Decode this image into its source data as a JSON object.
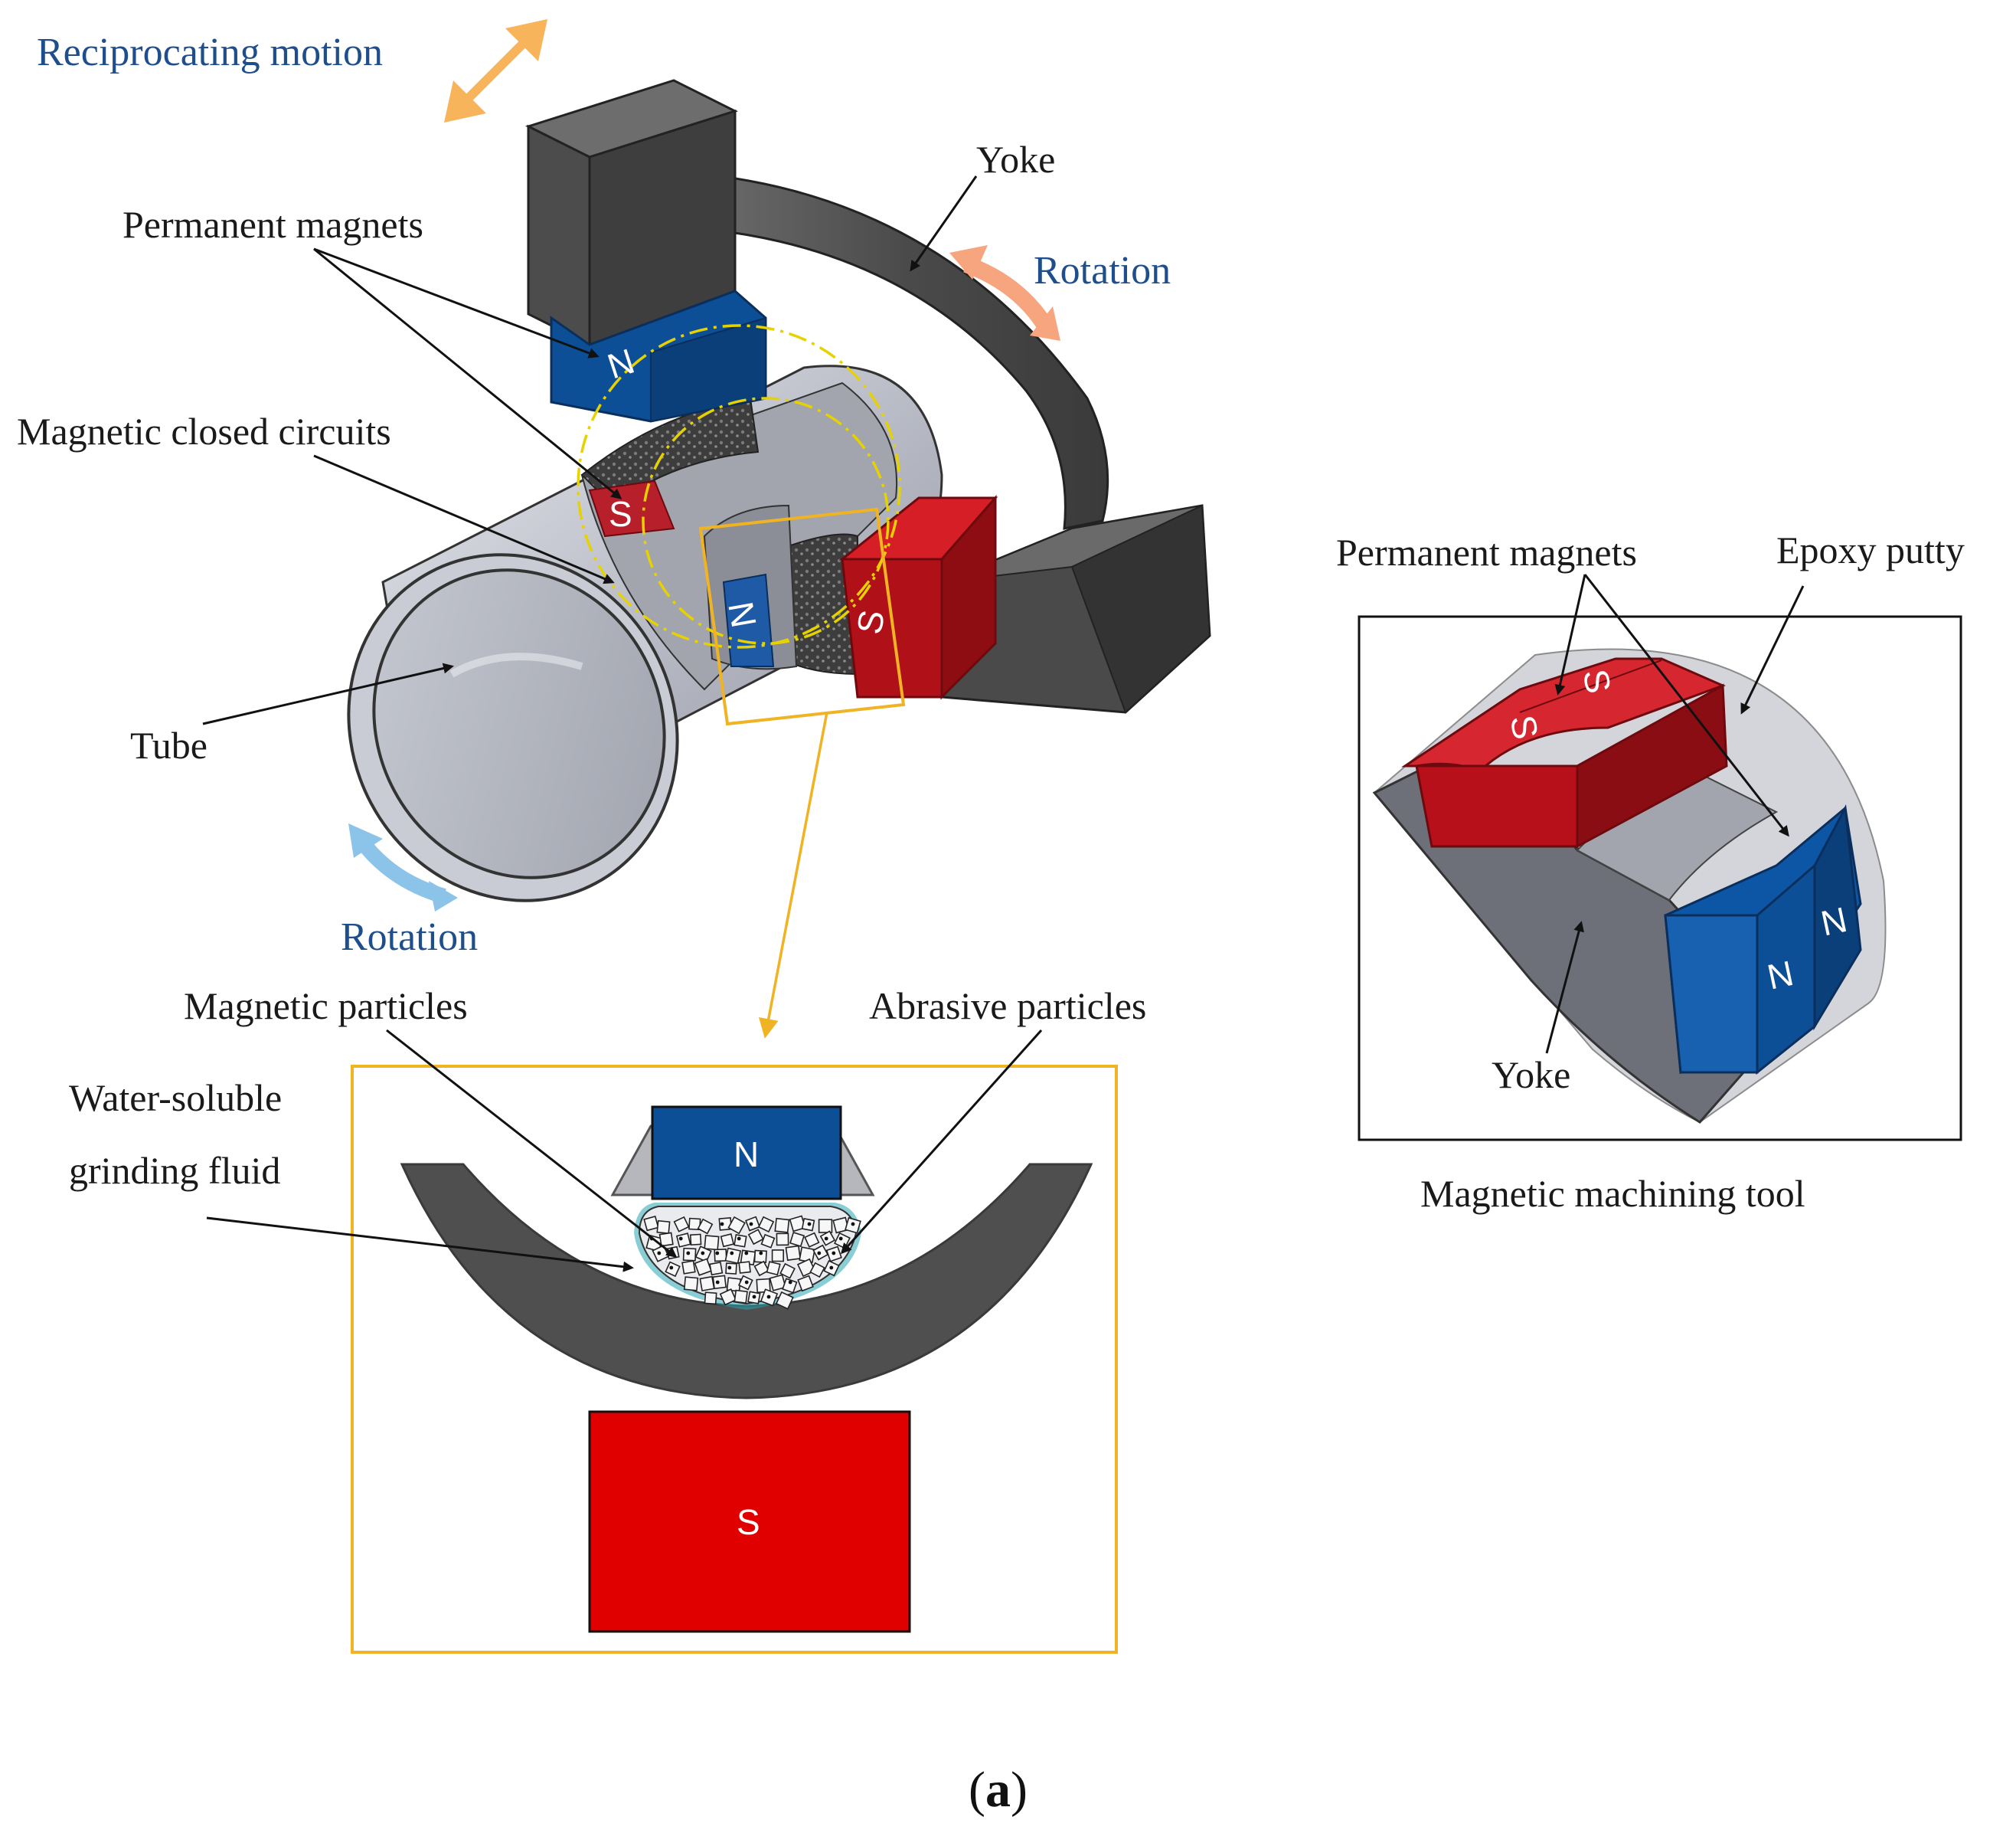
{
  "labels": {
    "reciprocating": "Reciprocating motion",
    "yoke_top": "Yoke",
    "rotation_top": "Rotation",
    "permanent_magnets_left": "Permanent magnets",
    "magnetic_closed_circuits": "Magnetic closed circuits",
    "tube": "Tube",
    "rotation_bottom": "Rotation",
    "magnetic_particles": "Magnetic particles",
    "abrasive_particles": "Abrasive particles",
    "water_soluble_1": "Water-soluble",
    "water_soluble_2": "grinding fluid",
    "permanent_magnets_right": "Permanent magnets",
    "epoxy_putty": "Epoxy putty",
    "yoke_right": "Yoke",
    "tool_caption": "Magnetic machining tool",
    "caption_open": "(",
    "caption_letter": "a",
    "caption_close": ")"
  },
  "poles": {
    "n_top": "N",
    "s_inner": "S",
    "n_inner": "N",
    "s_right": "S",
    "detail_n": "N",
    "detail_s": "S",
    "tool_s1": "S",
    "tool_s2": "S",
    "tool_n1": "N",
    "tool_n2": "N"
  },
  "colors": {
    "label_blue": "#1f4e8c",
    "magnet_n": "#0d4f96",
    "magnet_s": "#c4121b",
    "yoke_gray": "#4f4f4f",
    "detail_frame": "#f0b323",
    "arrow_orange": "#f7b45a",
    "arrow_peach": "#f6a57e",
    "arrow_lightblue": "#8cc3e8"
  }
}
